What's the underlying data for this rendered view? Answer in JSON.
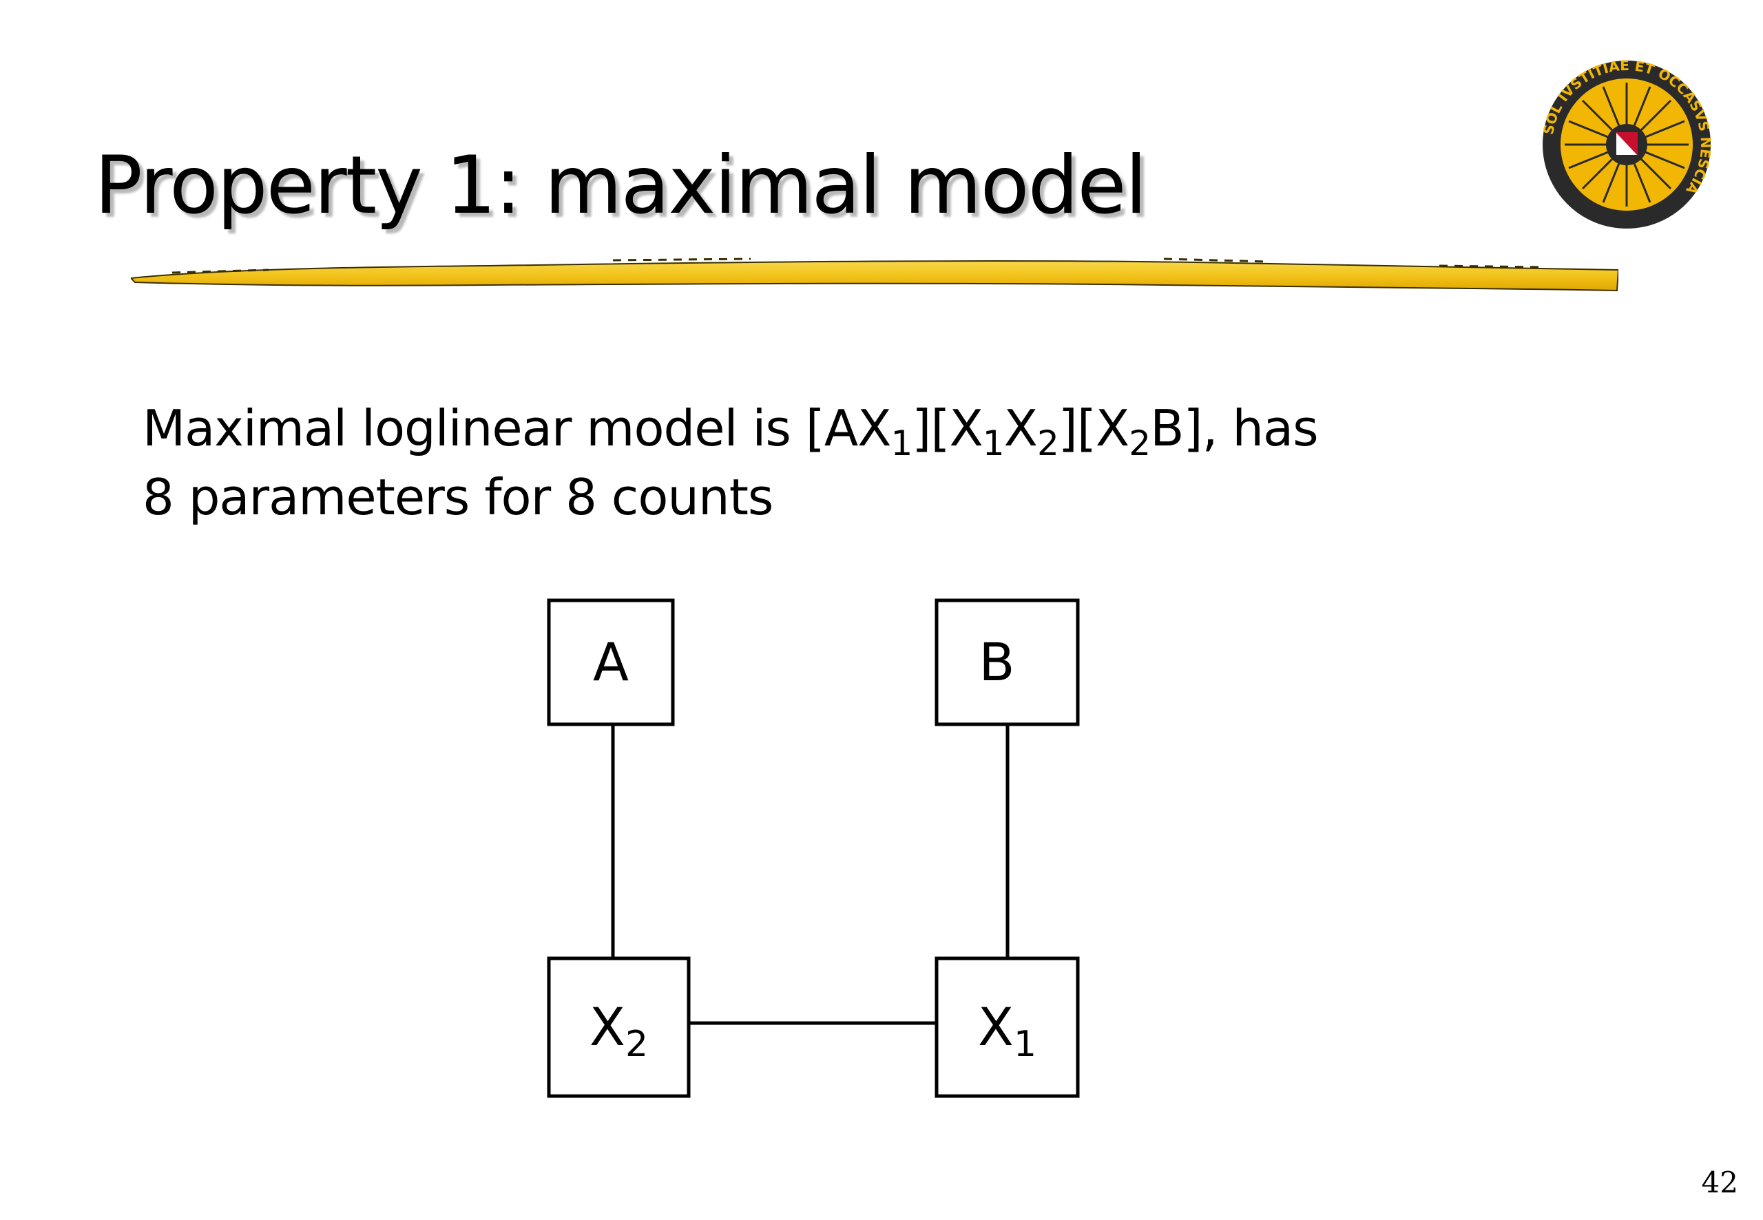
{
  "slide": {
    "title": "Property 1: maximal model",
    "body": {
      "line1_prefix": "Maximal loglinear model is [AX",
      "line1_sub1": "1",
      "line1_mid1": "][X",
      "line1_sub2": "1",
      "line1_mid2": "X",
      "line1_sub3": "2",
      "line1_mid3": "][X",
      "line1_sub4": "2",
      "line1_suffix": "B], has",
      "line2": "8 parameters for 8 counts"
    },
    "page_number": "42"
  },
  "diagram": {
    "nodes": [
      {
        "id": "A",
        "label": "A",
        "sub": ""
      },
      {
        "id": "B",
        "label": "B",
        "sub": ""
      },
      {
        "id": "X2",
        "label": "X",
        "sub": "2"
      },
      {
        "id": "X1",
        "label": "X",
        "sub": "1"
      }
    ],
    "edges": [
      {
        "from": "A",
        "to": "X2"
      },
      {
        "from": "B",
        "to": "X1"
      },
      {
        "from": "X2",
        "to": "X1"
      }
    ]
  },
  "colors": {
    "underline": "#f2c21a",
    "logo_ray": "#f2b705",
    "logo_dark": "#2a2a2a",
    "logo_shield": "#c8102e"
  },
  "logo": {
    "text": "SOL IVSTITIAE ET OCCASVS NESCIA"
  }
}
